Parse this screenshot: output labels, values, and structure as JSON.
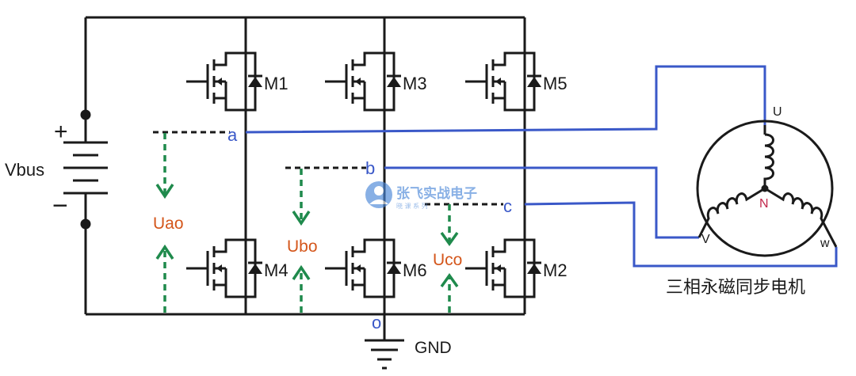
{
  "supply": {
    "label": "Vbus",
    "plus": "+",
    "minus": "−"
  },
  "mosfets": {
    "m1": "M1",
    "m3": "M3",
    "m5": "M5",
    "m4": "M4",
    "m6": "M6",
    "m2": "M2"
  },
  "nodes": {
    "a": "a",
    "b": "b",
    "c": "c",
    "o": "o"
  },
  "voltages": {
    "uao": "Uao",
    "ubo": "Ubo",
    "uco": "Uco"
  },
  "ground": {
    "label": "GND"
  },
  "motor": {
    "u": "U",
    "v": "V",
    "w": "w",
    "n": "N",
    "caption": "三相永磁同步电机"
  },
  "watermark": {
    "title": "张飞实战电子",
    "subtitle": "晓 课 系 列"
  },
  "colors": {
    "wire": "#1a1a1a",
    "phase": "#3a58c8",
    "arrow": "#1f8a4c",
    "voltage": "#d4561b",
    "neutral": "#c1274b"
  }
}
